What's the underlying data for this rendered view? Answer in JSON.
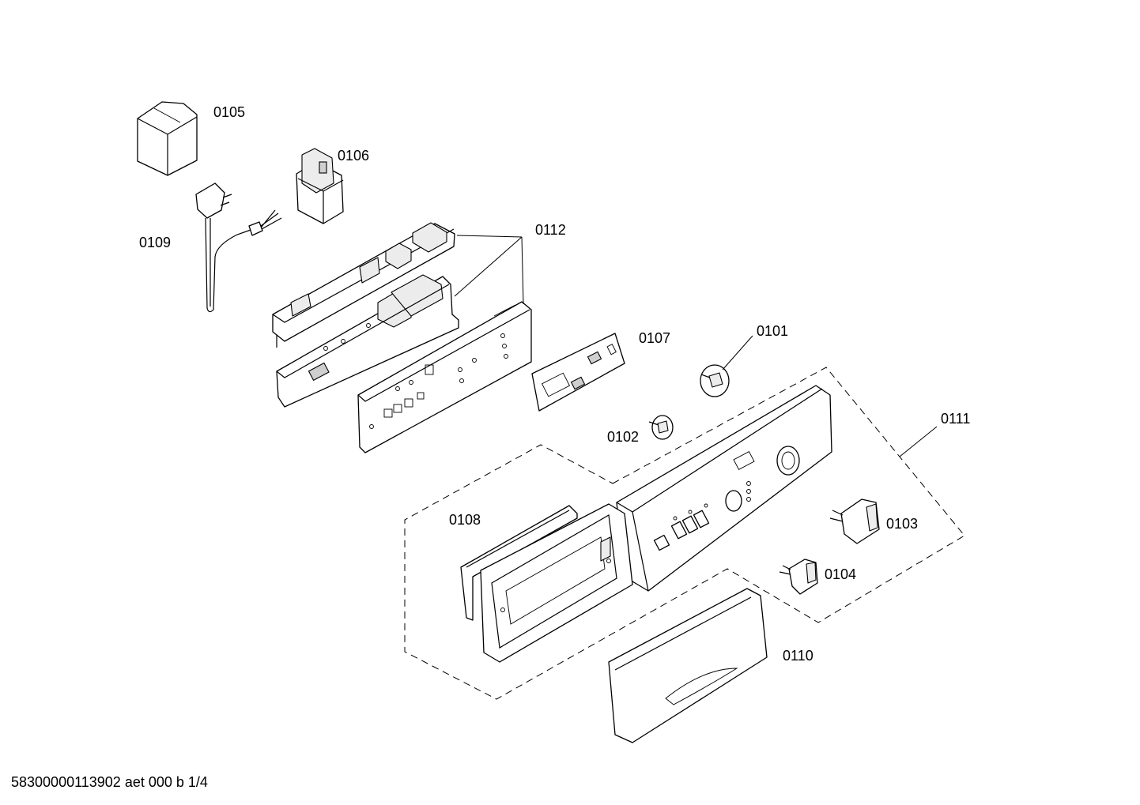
{
  "labels": {
    "p0101": "0101",
    "p0102": "0102",
    "p0103": "0103",
    "p0104": "0104",
    "p0105": "0105",
    "p0106": "0106",
    "p0107": "0107",
    "p0108": "0108",
    "p0109": "0109",
    "p0110": "0110",
    "p0111": "0111",
    "p0112": "0112"
  },
  "footer": "58300000113902 aet 000 b 1/4"
}
